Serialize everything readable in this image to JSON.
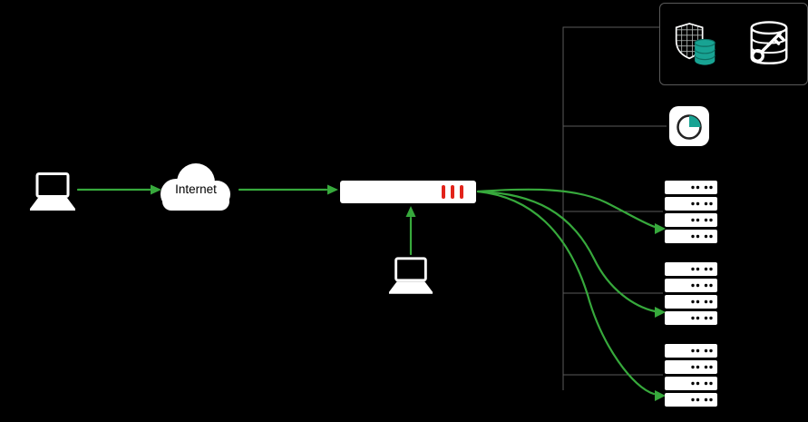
{
  "diagram": {
    "background": "#000000",
    "internet": {
      "label": "Internet"
    },
    "colors": {
      "arrow_green": "#37a93c",
      "appliance_red": "#e2231a",
      "teal": "#18a393",
      "teal_dark": "#0c6e62",
      "white": "#ffffff",
      "connector_gray": "#5a5a5a",
      "label_black": "#000000"
    },
    "nodes": {
      "client": {
        "icon": "laptop-icon"
      },
      "internet_cloud": {
        "icon": "cloud-icon"
      },
      "appliance": {
        "icon": "adc-appliance-icon",
        "led_count": 3
      },
      "admin": {
        "icon": "laptop-icon"
      },
      "server_farm": {
        "icon": "server-stack-icon",
        "count": 3
      },
      "security_panel": {
        "icons": [
          "shield-database-icon",
          "database-key-icon"
        ]
      },
      "monitoring": {
        "icon": "pie-chart-icon"
      }
    }
  }
}
